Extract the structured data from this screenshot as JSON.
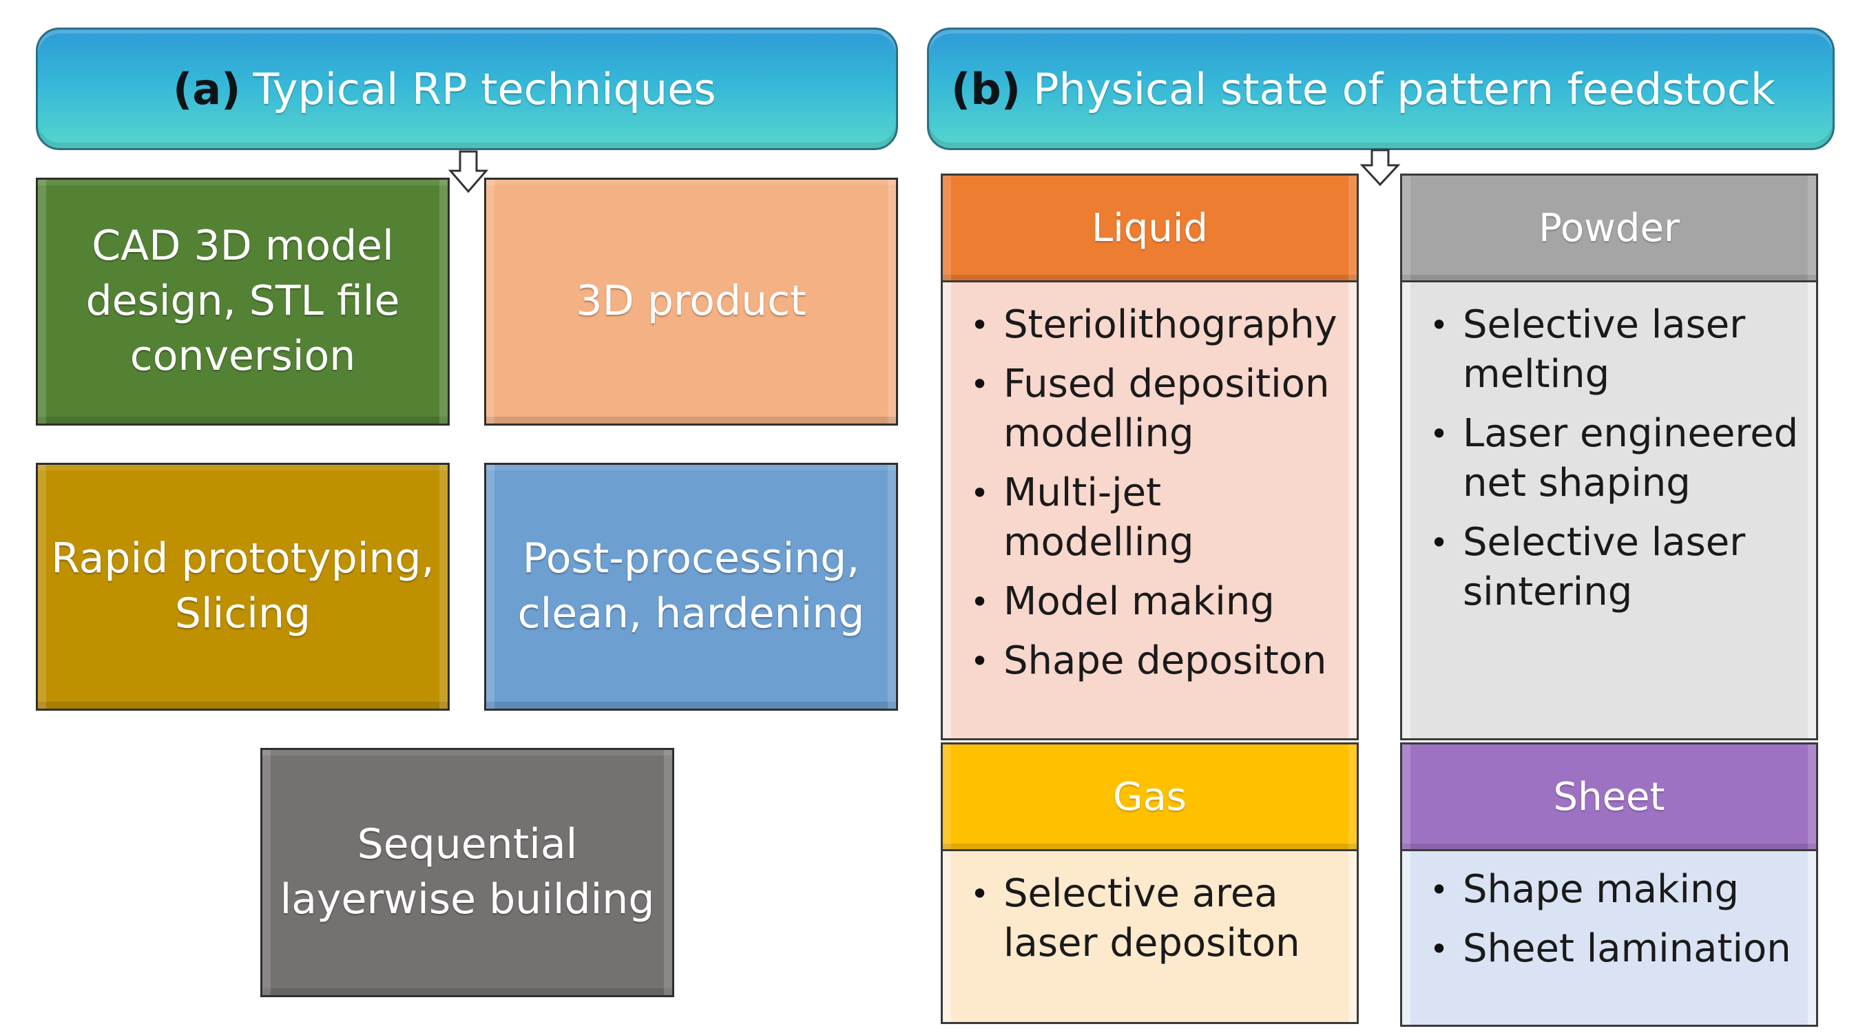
{
  "panel_a": {
    "tag": "(a)",
    "title": "Typical RP techniques",
    "steps": [
      "CAD 3D model design, STL file conversion",
      "3D product",
      "Rapid prototyping, Slicing",
      "Post-processing, clean, hardening",
      "Sequential layerwise building"
    ]
  },
  "panel_b": {
    "tag": "(b)",
    "title": "Physical state of pattern feedstock",
    "categories": [
      {
        "name": "Liquid",
        "color": "#ed7d31",
        "items": [
          "Steriolithography",
          "Fused deposition modelling",
          "Multi-jet modelling",
          "Model making",
          "Shape depositon"
        ]
      },
      {
        "name": "Powder",
        "color": "#a5a5a5",
        "items": [
          "Selective laser melting",
          "Laser engineered net shaping",
          "Selective laser sintering"
        ]
      },
      {
        "name": "Gas",
        "color": "#ffc000",
        "items": [
          "Selective area laser depositon"
        ]
      },
      {
        "name": "Sheet",
        "color": "#9e72c3",
        "items": [
          "Shape making",
          "Sheet lamination"
        ]
      }
    ]
  },
  "bullet_char": "•",
  "colors": {
    "banner_top": "#2e9bd6",
    "banner_bottom": "#56d6cc",
    "cad_box": "#548235",
    "product_box": "#f4b183",
    "prototyping_box": "#bf9000",
    "post_processing_box": "#6d9fd1",
    "layerwise_box": "#767171"
  }
}
